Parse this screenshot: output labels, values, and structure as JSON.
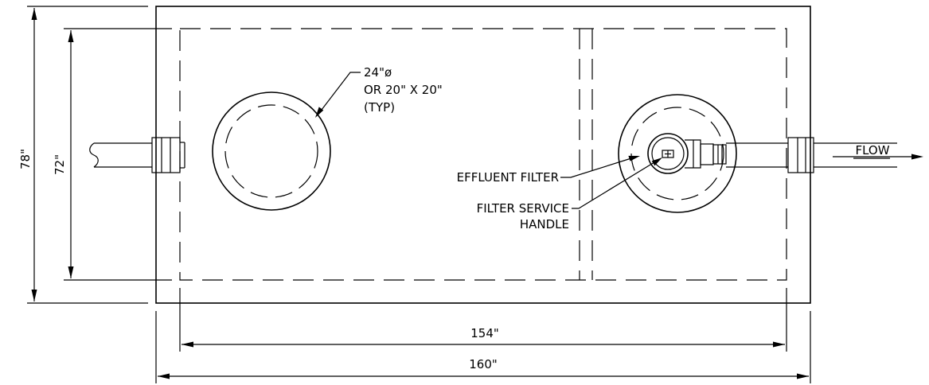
{
  "dimensions": {
    "outer_height": "78\"",
    "inner_height": "72\"",
    "inner_length": "154\"",
    "outer_length": "160\""
  },
  "callouts": {
    "access_line1": "24\"ø",
    "access_line2": "OR 20\" X 20\"",
    "access_line3": "(TYP)",
    "effluent_filter": "EFFLUENT FILTER",
    "filter_service_line1": "FILTER SERVICE",
    "filter_service_line2": "HANDLE",
    "flow": "FLOW"
  }
}
